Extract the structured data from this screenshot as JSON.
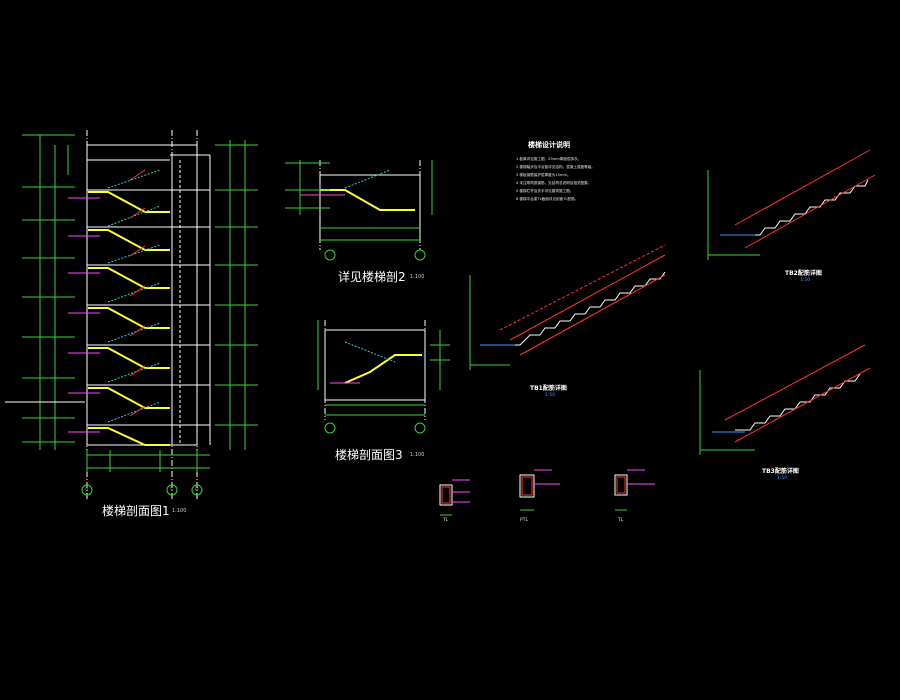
{
  "colors": {
    "background": "#000000",
    "green": "#33d633",
    "yellow": "#ffff33",
    "red": "#ff3333",
    "cyan": "#33cccc",
    "magenta": "#ff44ff",
    "white": "#ffffff",
    "blue": "#3399ff"
  },
  "titles": {
    "section1": "楼梯剖面图1",
    "section1_scale": "1:100",
    "section2": "详见楼梯剖2",
    "section2_scale": "1:100",
    "section3": "楼梯剖面图3",
    "section3_scale": "1:100"
  },
  "notes": {
    "heading": "楼梯设计说明",
    "items": [
      "1 板厚详见施工图，25mm厚面层抹灰。",
      "2 楼梯踏步及平台板详见结构，混凝土强度等级。",
      "3 梯板钢筋保护层厚度为15mm。",
      "4 未注明构造钢筋，见结构总说明及相关图集。",
      "5 楼梯栏杆及扶手详见建筑施工图。",
      "6 楼梯平台梁TL截面详见剖面TL配筋。"
    ]
  },
  "details": {
    "tb1": "TB1配筋详图",
    "tb2": "TB2配筋详图",
    "tb3": "TB3配筋详图",
    "detail_scale": "1:50",
    "sec_tl1": "TL",
    "sec_ptl": "PTL",
    "sec_tl2": "TL"
  },
  "axes": {
    "a": "A",
    "c": "C",
    "d": "D"
  }
}
